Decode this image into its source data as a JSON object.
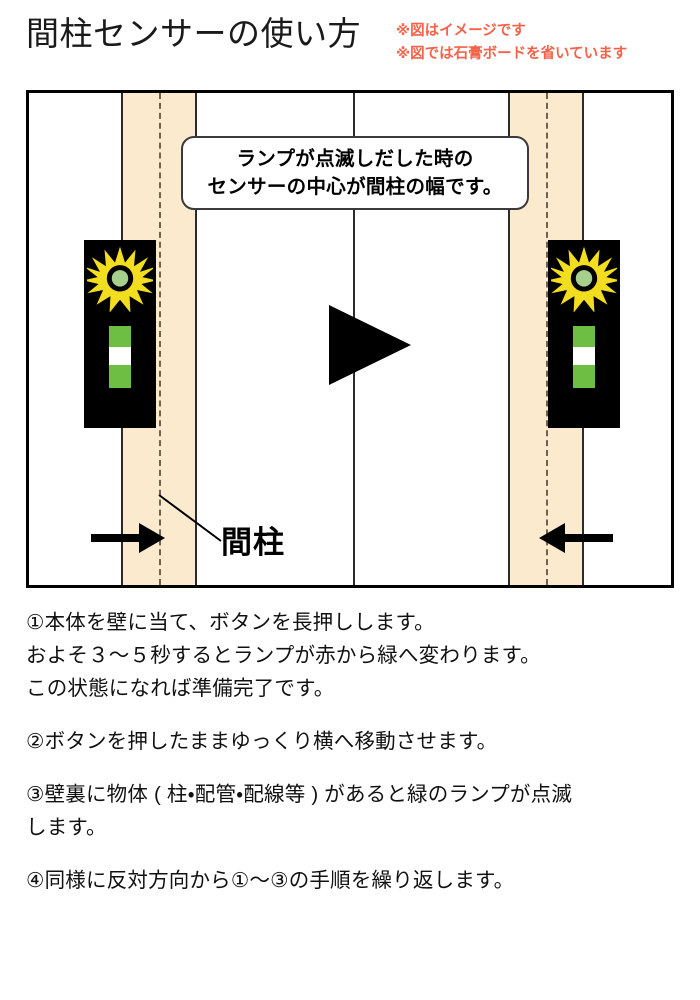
{
  "header": {
    "title": "間柱センサーの使い方",
    "notes": [
      "※図はイメージです",
      "※図では石膏ボードを省いています"
    ],
    "note_color": "#f4624a"
  },
  "diagram": {
    "callout": {
      "lines": [
        "ランプが点滅しだした時の",
        "センサーの中心が間柱の幅です。"
      ]
    },
    "stud_label": "間柱",
    "colors": {
      "stud_fill": "#fbeacd",
      "stud_border": "#2b2b2b",
      "stud_center_dash": "#6f6250",
      "sensor_body": "#000000",
      "lamp_burst": "#f2dd1e",
      "lamp_center": "#a8d08d",
      "button_green": "#6fbe44",
      "frame_border": "#000000"
    },
    "elements": {
      "sensor_left": "sensor-device-left",
      "sensor_right": "sensor-device-right",
      "arrow_left_direction": "right",
      "arrow_right_direction": "left",
      "play_triangle_direction": "right"
    }
  },
  "instructions": {
    "steps": [
      {
        "id": "step-1",
        "lines": [
          "①本体を壁に当て、ボタンを長押しします。",
          "およそ３〜５秒するとランプが赤から緑へ変わります。",
          "この状態になれば準備完了です。"
        ]
      },
      {
        "id": "step-2",
        "lines": [
          "②ボタンを押したままゆっくり横へ移動させます。"
        ]
      },
      {
        "id": "step-3",
        "lines": [
          "③壁裏に物体 ( 柱・配管・配線等 ) があると緑のランプが点滅",
          "します。"
        ]
      },
      {
        "id": "step-4",
        "lines": [
          "④同様に反対方向から①〜③の手順を繰り返します。"
        ]
      }
    ]
  }
}
